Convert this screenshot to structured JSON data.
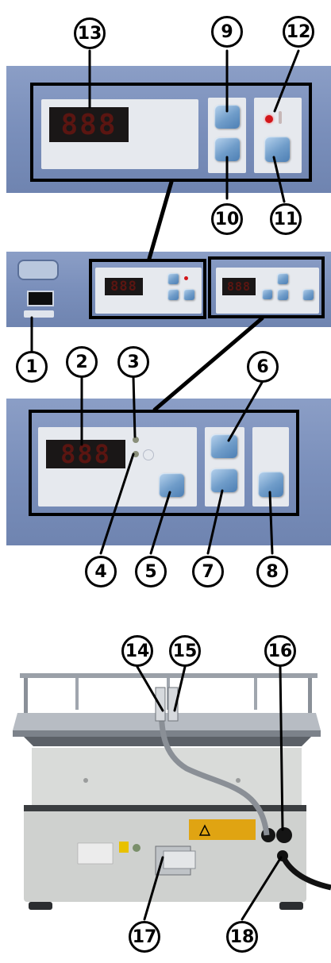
{
  "callouts": {
    "c1": "1",
    "c2": "2",
    "c3": "3",
    "c4": "4",
    "c5": "5",
    "c6": "6",
    "c7": "7",
    "c8": "8",
    "c9": "9",
    "c10": "10",
    "c11": "11",
    "c12": "12",
    "c13": "13",
    "c14": "14",
    "c15": "15",
    "c16": "16",
    "c17": "17",
    "c18": "18"
  },
  "display": {
    "top_readout": "888",
    "overview_left": "888",
    "overview_right": "888",
    "bottom_readout": "888"
  },
  "icons": {
    "power_switch": "power-switch-icon",
    "led": "led-indicator-icon",
    "thermometer": "thermometer-icon",
    "up_arrow": "up-arrow-icon",
    "down_arrow": "down-arrow-icon",
    "power_cord": "power-cord-icon"
  },
  "colors": {
    "panel_blue": "#7a8fbb",
    "face": "#e6e9ee",
    "display_bg": "#1a1717",
    "led_red": "#d2161a",
    "button_blue": "#6f9cc9"
  }
}
